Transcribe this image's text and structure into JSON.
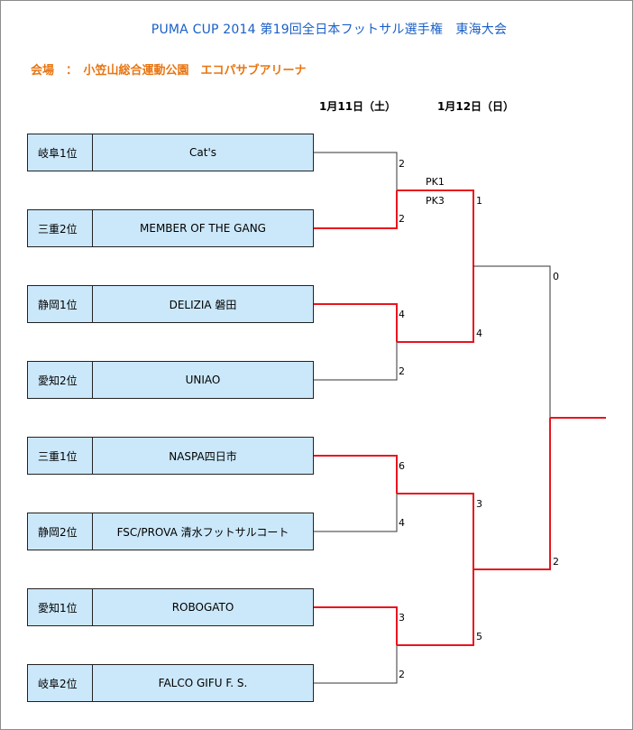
{
  "title": "PUMA CUP 2014 第19回全日本フットサル選手権　東海大会",
  "venue": "会場　：　小笠山総合運動公園　エコパサブアリーナ",
  "days": [
    "1月11日（土）",
    "1月12日（日）"
  ],
  "colors": {
    "winner_line": "#e8141e",
    "loser_line": "#333333",
    "box_fill": "#cbe8fa",
    "title": "#1a5fc8",
    "venue": "#e87512"
  },
  "teams": [
    {
      "seed": "岐阜1位",
      "name": "Cat's"
    },
    {
      "seed": "三重2位",
      "name": "MEMBER OF THE GANG"
    },
    {
      "seed": "静岡1位",
      "name": "DELIZIA 磐田"
    },
    {
      "seed": "愛知2位",
      "name": "UNIAO"
    },
    {
      "seed": "三重1位",
      "name": "NASPA四日市"
    },
    {
      "seed": "静岡2位",
      "name": "FSC/PROVA 清水フットサルコート"
    },
    {
      "seed": "愛知1位",
      "name": "ROBOGATO"
    },
    {
      "seed": "岐阜2位",
      "name": "FALCO GIFU F. S."
    }
  ],
  "round1_scores": [
    "2",
    "2",
    "4",
    "2",
    "6",
    "4",
    "3",
    "2"
  ],
  "pk": [
    "PK1",
    "PK3"
  ],
  "round2_scores": [
    "1",
    "4",
    "3",
    "5"
  ],
  "final_scores": [
    "0",
    "2"
  ]
}
